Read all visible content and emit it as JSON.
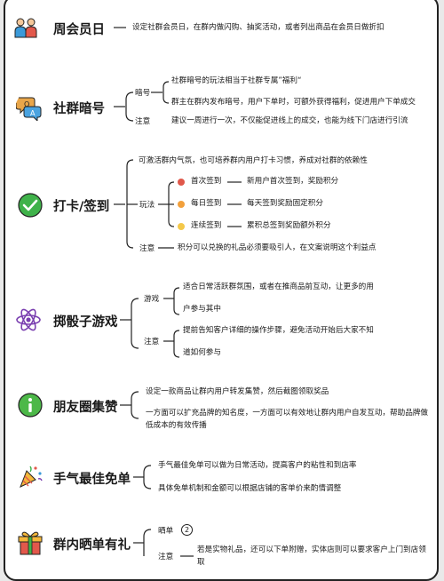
{
  "sections": {
    "s1": {
      "title": "周会员日",
      "desc": "设定社群会员日，在群内做闪购、抽奖活动，或者列出商品在会员日做折扣"
    },
    "s2": {
      "title": "社群暗号",
      "branch_a": "暗号",
      "a1": "社群暗号的玩法相当于社群专属”福利“",
      "a2": "群主在群内发布暗号，用户下单时，可额外获得福利，促进用户下单成交",
      "branch_b": "注意",
      "b1": "建议一周进行一次，不仅能促进线上的成交，也能为线下门店进行引流"
    },
    "s3": {
      "title": "打卡/签到",
      "intro": "可激活群内气氛，也可培养群内用户打卡习惯，养成对社群的依赖性",
      "branch_a": "玩法",
      "p1_label": "首次签到",
      "p1_desc": "新用户首次签到，奖励积分",
      "p2_label": "每日签到",
      "p2_desc": "每天签到奖励固定积分",
      "p3_label": "连续签到",
      "p3_desc": "累积总签到奖励额外积分",
      "branch_b": "注意",
      "note": "积分可以兑换的礼品必须要吸引人，在文案说明这个利益点",
      "colors": {
        "p1": "#e0584a",
        "p2": "#f2a03c",
        "p3": "#f4c84a"
      }
    },
    "s4": {
      "title": "掷骰子游戏",
      "branch_a": "游戏",
      "a1": "适合日常活跃群氛围，或者在推商品前互动，让更多的用",
      "a2": "户参与其中",
      "branch_b": "注意",
      "b1": "提前告知客户详细的操作步骤，避免活动开始后大家不知",
      "b2": "道如何参与"
    },
    "s5": {
      "title": "朋友圈集赞",
      "d1": "设定一款商品让群内用户转发集赞，然后截图领取奖品",
      "d2": "一方面可以扩充品牌的知名度，一方面可以有效地让群内用户自发互动，帮助品牌做低成本的有效传播"
    },
    "s6": {
      "title": "手气最佳免单",
      "d1": "手气最佳免单可以做为日常活动，提高客户的粘性和到店率",
      "d2": "具体免单机制和金额可以根据店铺的客单价来酌情调整"
    },
    "s7": {
      "title": "群内晒单有礼",
      "branch_a": "晒单",
      "badge": "2",
      "branch_b": "注意",
      "b1": "若是实物礼品，还可以下单附赠，实体店则可以要求客户上门到店领取"
    }
  },
  "icons": [
    "people-icon",
    "chat-bubbles-icon",
    "checkmark-circle-icon",
    "atom-icon",
    "info-circle-icon",
    "party-popper-icon",
    "gift-icon"
  ]
}
